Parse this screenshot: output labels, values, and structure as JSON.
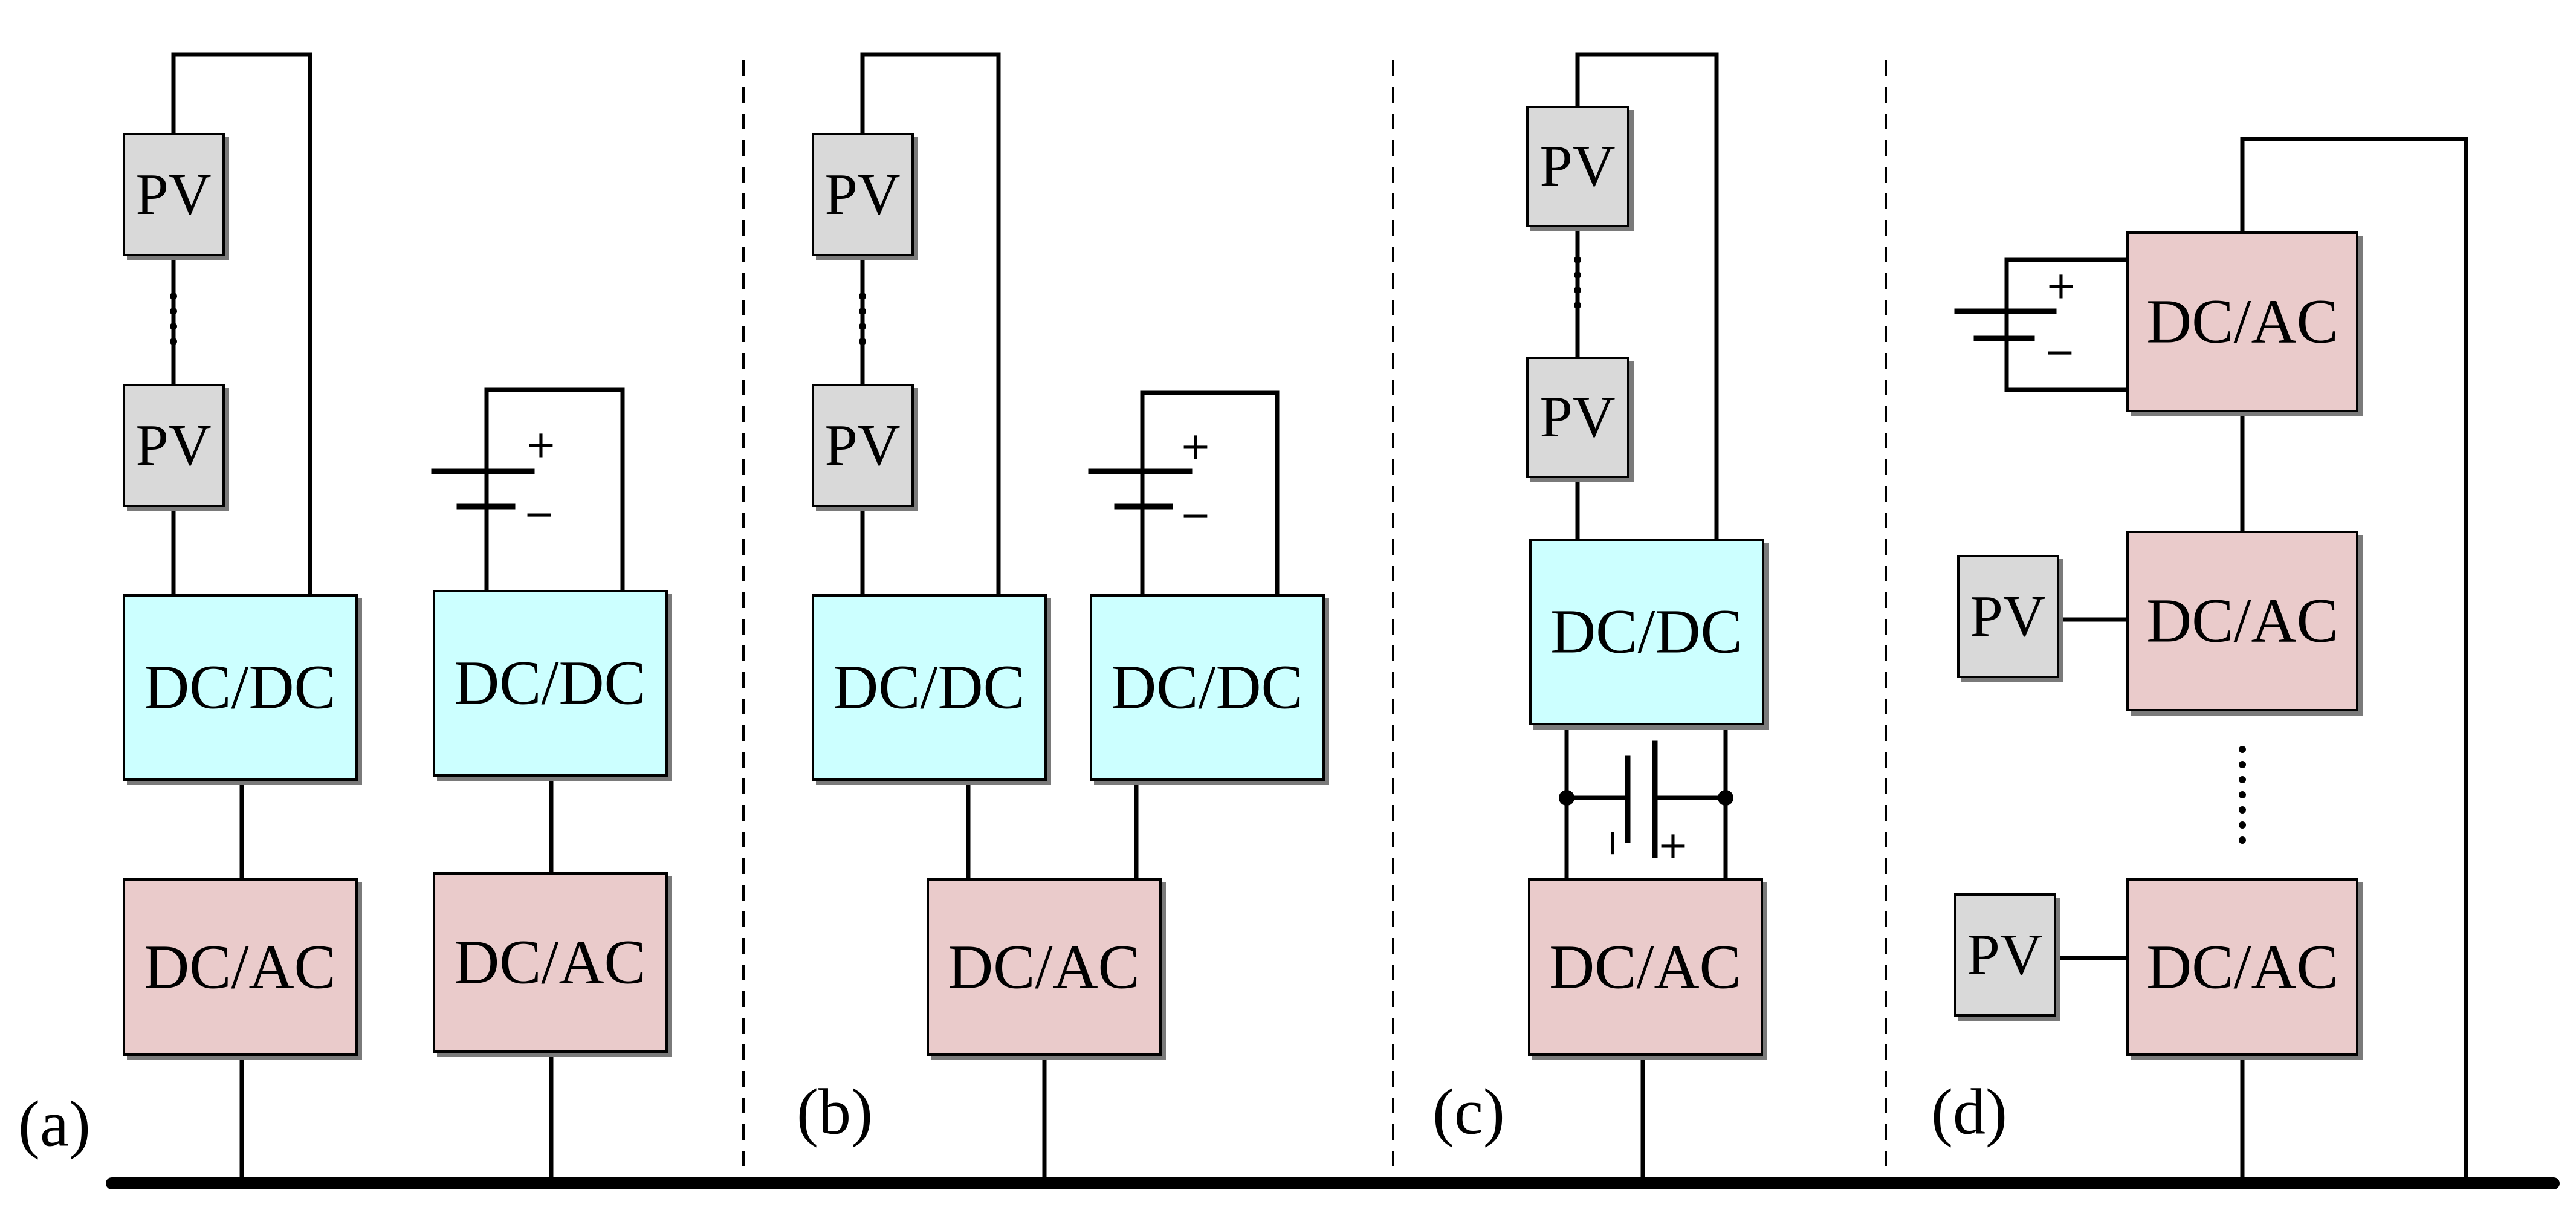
{
  "labels": {
    "pv": "PV",
    "dcdc": "DC/DC",
    "dcac": "DC/AC",
    "plus": "+",
    "minus": "−"
  },
  "panels": {
    "a": "(a)",
    "b": "(b)",
    "c": "(c)",
    "d": "(d)"
  }
}
